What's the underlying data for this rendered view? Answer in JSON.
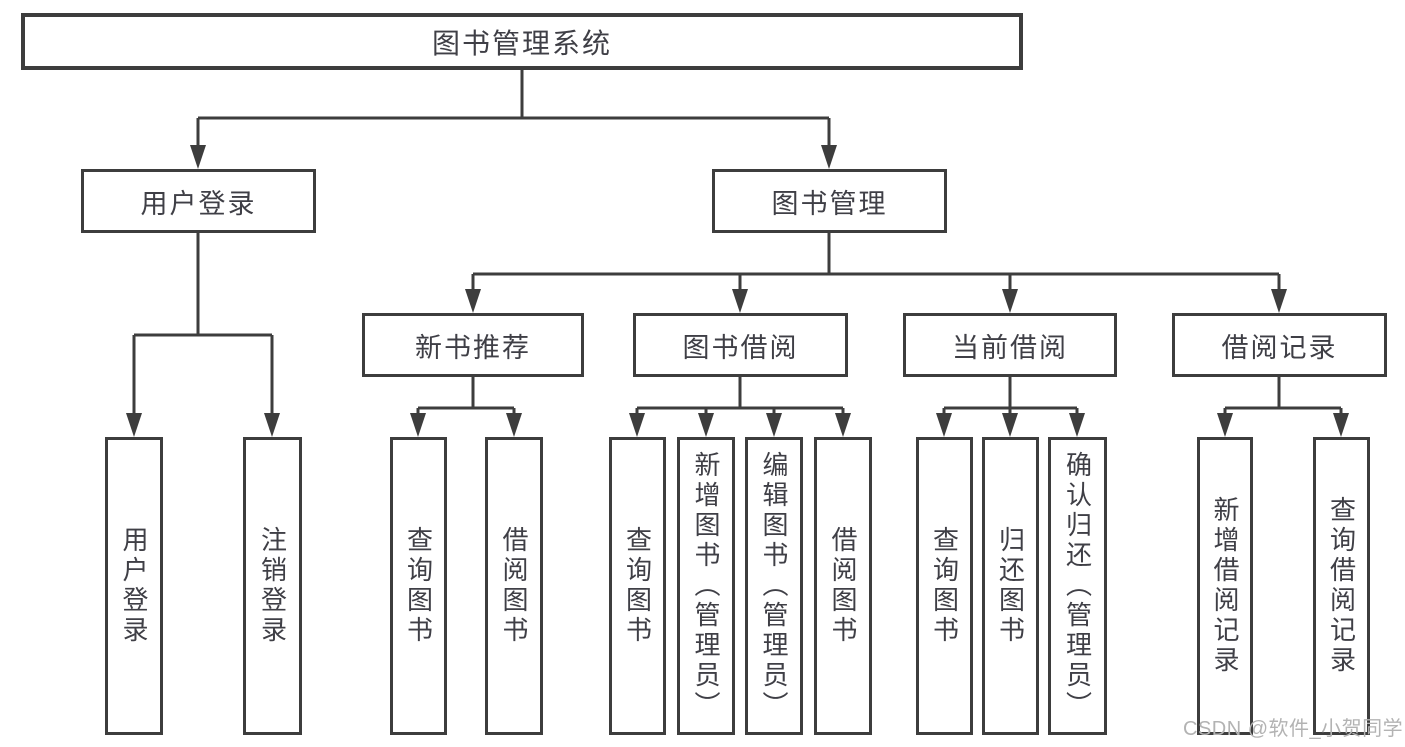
{
  "diagram": {
    "root": {
      "label": "图书管理系统"
    },
    "branches": [
      {
        "label": "用户登录",
        "children": [
          {
            "label": "用户登录"
          },
          {
            "label": "注销登录"
          }
        ]
      },
      {
        "label": "图书管理",
        "children": [
          {
            "label": "新书推荐",
            "children": [
              {
                "label": "查询图书"
              },
              {
                "label": "借阅图书"
              }
            ]
          },
          {
            "label": "图书借阅",
            "children": [
              {
                "label": "查询图书"
              },
              {
                "label": "新增图书（管理员）"
              },
              {
                "label": "编辑图书（管理员）"
              },
              {
                "label": "借阅图书"
              }
            ]
          },
          {
            "label": "当前借阅",
            "children": [
              {
                "label": "查询图书"
              },
              {
                "label": "归还图书"
              },
              {
                "label": "确认归还（管理员）"
              }
            ]
          },
          {
            "label": "借阅记录",
            "children": [
              {
                "label": "新增借阅记录"
              },
              {
                "label": "查询借阅记录"
              }
            ]
          }
        ]
      }
    ]
  },
  "watermark": {
    "text": "CSDN @软件_小贺同学"
  },
  "colors": {
    "background": "#ffffff",
    "line": "#3d3d3d",
    "text": "#3f3f46",
    "watermark": "#b3b3b3"
  }
}
